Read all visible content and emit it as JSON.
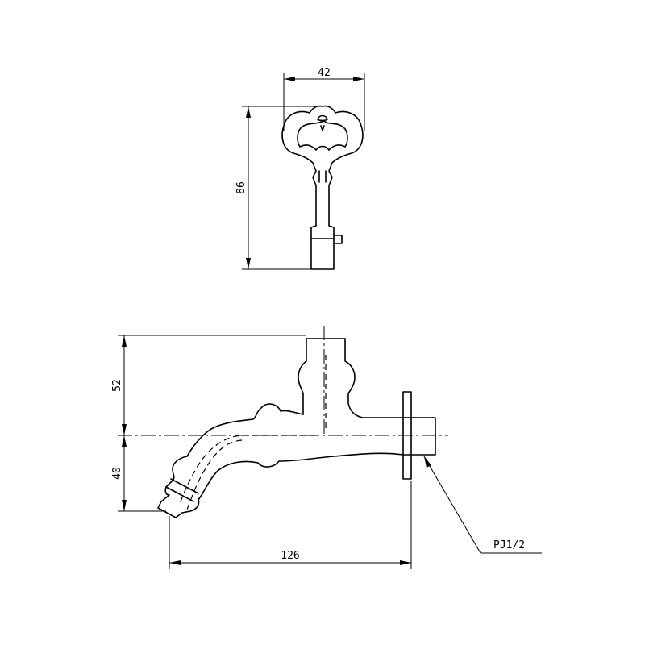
{
  "dimensions": {
    "key_width": "42",
    "key_height": "86",
    "spout_height_above": "52",
    "spout_drop_below": "40",
    "spout_length": "126"
  },
  "callouts": {
    "thread": "PJ1/2"
  },
  "colors": {
    "line": "#000000",
    "background": "#ffffff"
  }
}
